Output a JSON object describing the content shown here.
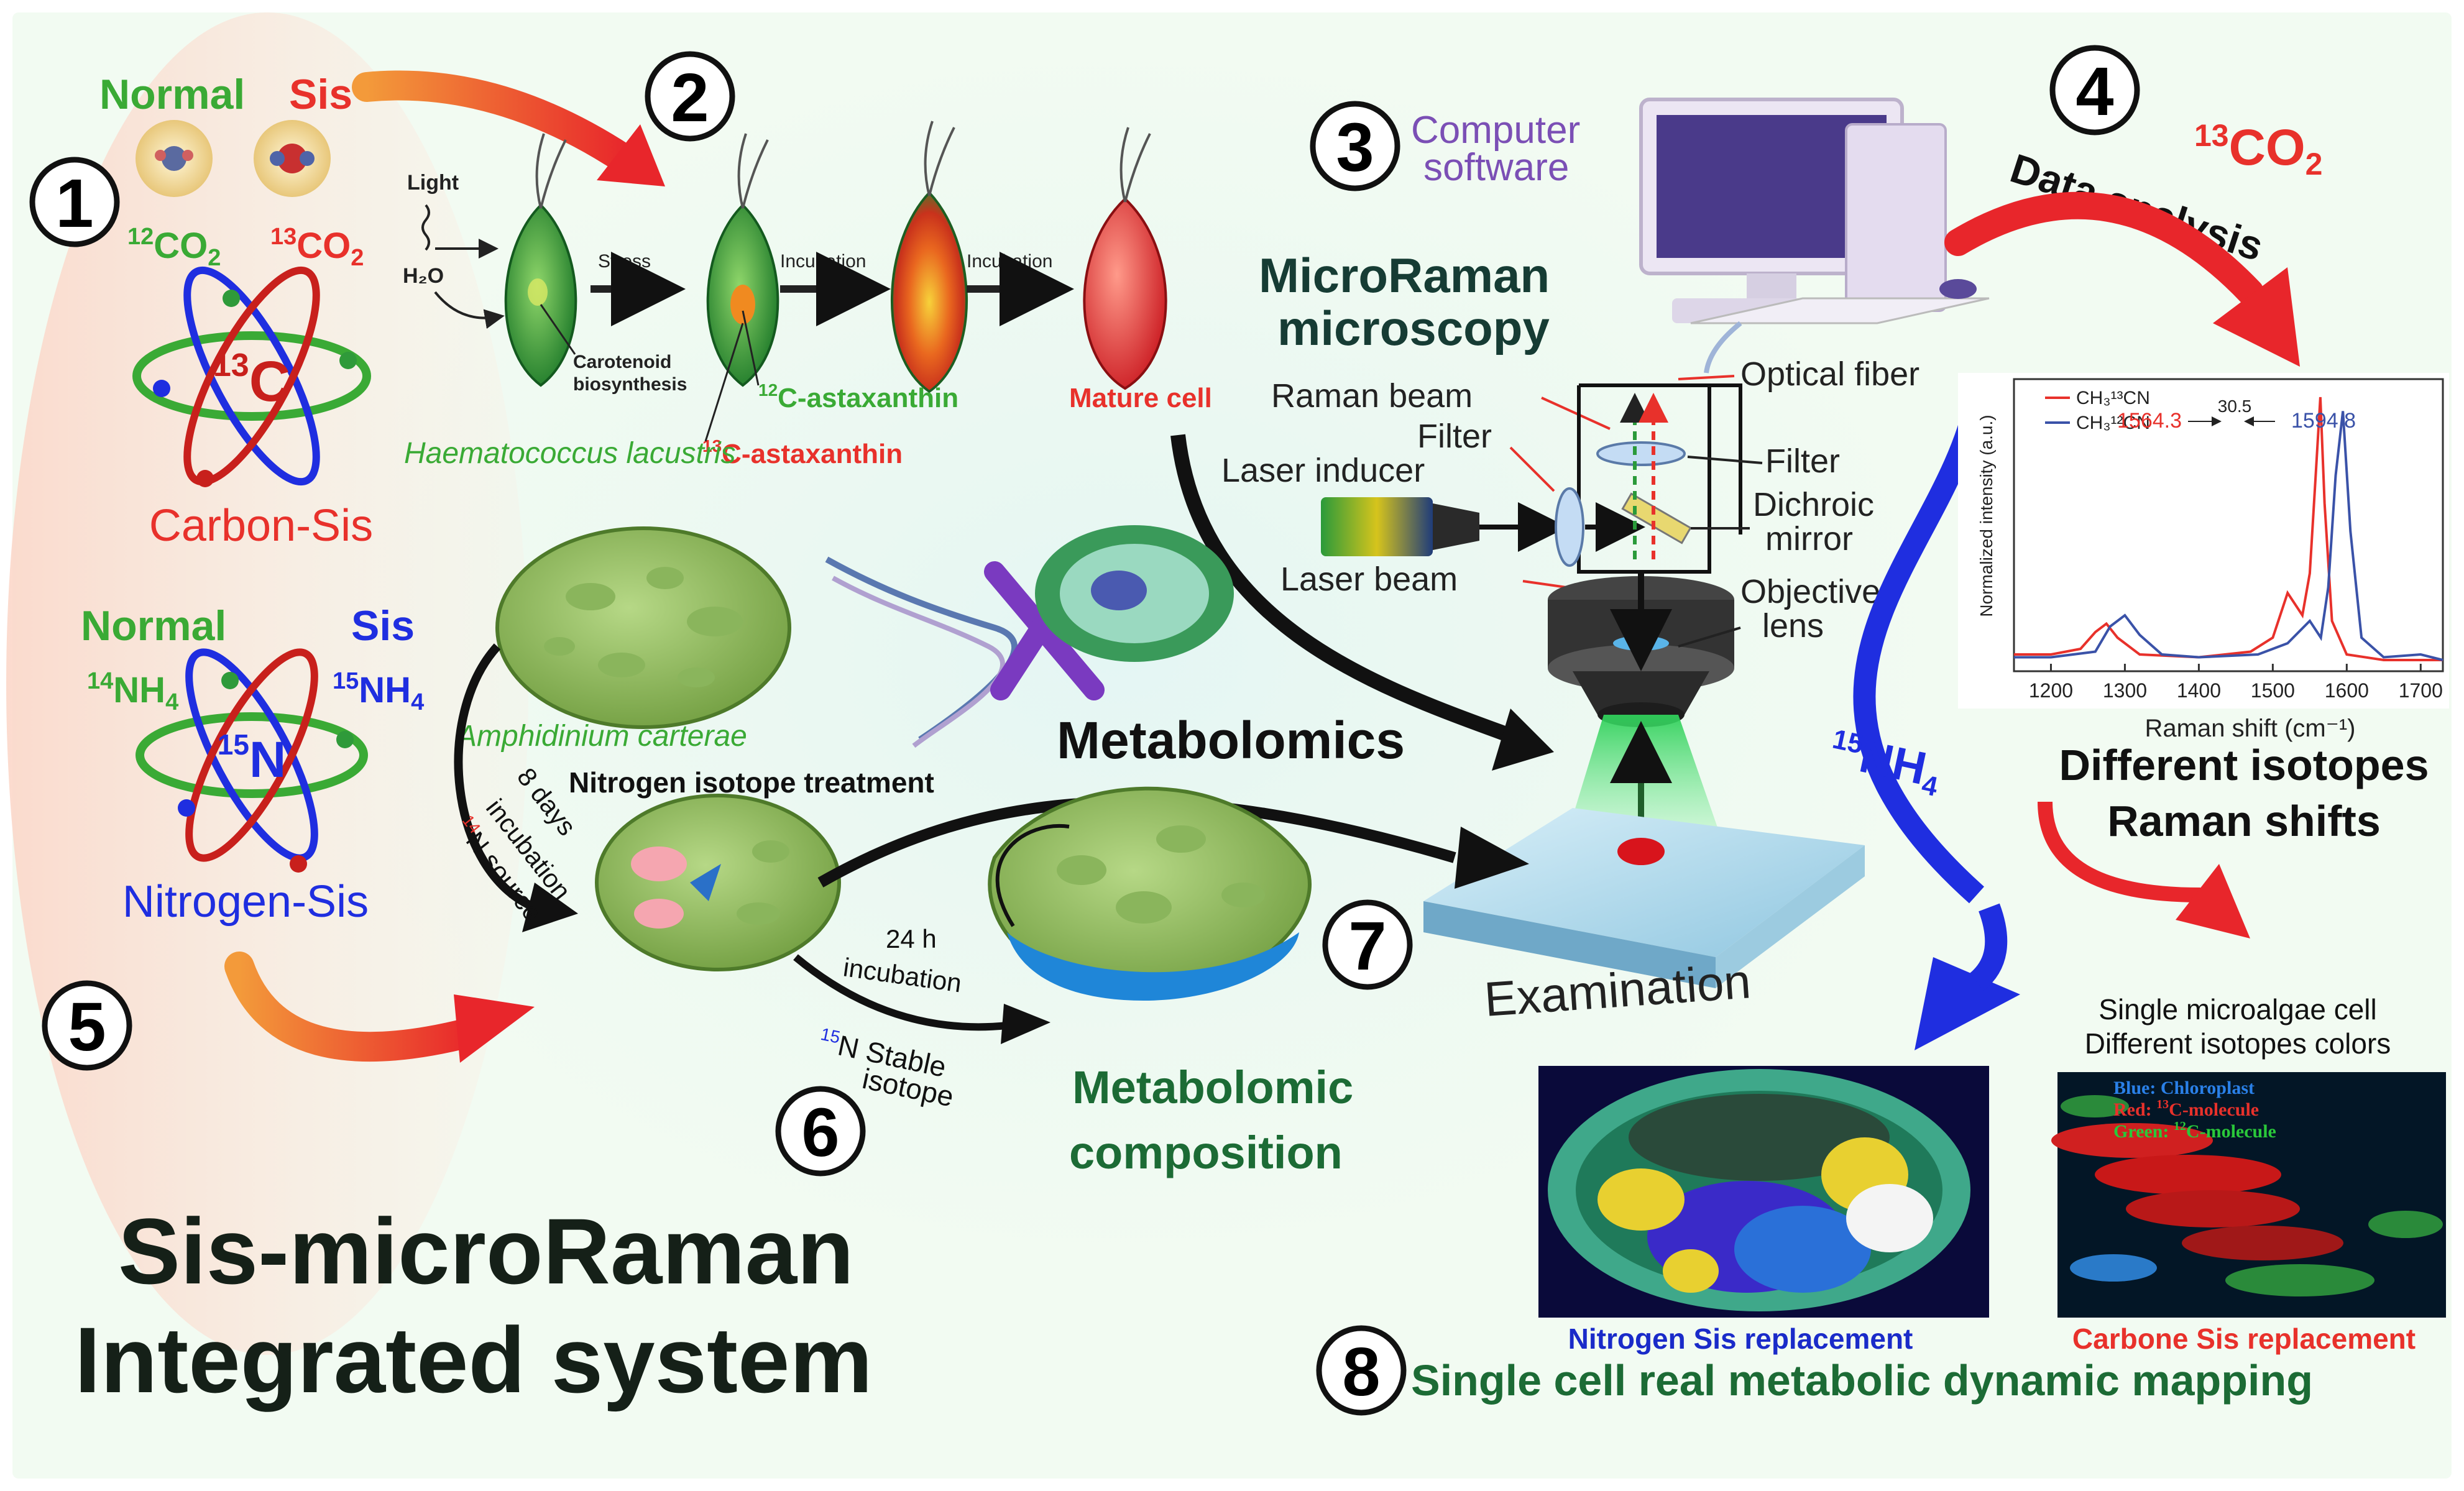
{
  "steps": {
    "s1": "1",
    "s2": "2",
    "s3": "3",
    "s4": "4",
    "s5": "5",
    "s6": "6",
    "s7": "7",
    "s8": "8"
  },
  "carbon": {
    "normal_label": "Normal",
    "sis_label": "Sis",
    "co2_12": "CO",
    "co2_12_mass": "12",
    "co2_13": "CO",
    "co2_13_mass": "13",
    "co2_sub": "2",
    "atom_mass": "13",
    "atom_symbol": "C",
    "caption": "Carbon-Sis"
  },
  "nitrogen": {
    "normal_label": "Normal",
    "sis_label": "Sis",
    "nh4_14_mass": "14",
    "nh4_15_mass": "15",
    "nh": "NH",
    "sub4": "4",
    "atom_mass": "15",
    "atom_symbol": "N",
    "caption": "Nitrogen-Sis"
  },
  "algae": {
    "light": "Light",
    "h2o": "H₂O",
    "stress": "Stress",
    "incubation1": "Incubation",
    "incubation2": "Incubation",
    "carotenoid1": "Carotenoid",
    "carotenoid2": "biosynthesis",
    "species": "Haematococcus lacustris",
    "astax12": "C-astaxanthin",
    "astax12_mass": "12",
    "astax13": "C-astaxanthin",
    "astax13_mass": "13",
    "mature": "Mature cell"
  },
  "microscope": {
    "software1": "Computer",
    "software2": "software",
    "title1": "MicroRaman",
    "title2": "microscopy",
    "optical_fiber": "Optical fiber",
    "raman_beam": "Raman beam",
    "filter_left": "Filter",
    "laser_inducer": "Laser inducer",
    "filter_right": "Filter",
    "dichroic1": "Dichroic",
    "dichroic2": "mirror",
    "laser_beam": "Laser beam",
    "objective1": "Objective",
    "objective2": "lens",
    "examination": "Examination"
  },
  "analysis": {
    "co2_mass": "13",
    "co2": "CO",
    "co2_sub": "2",
    "title": "Data analysis",
    "nh4_mass": "15",
    "nh4": "NH",
    "nh4_sub": "4",
    "shift1": "Different isotopes",
    "shift2": "Raman shifts"
  },
  "metabolomics": {
    "label": "Metabolomics",
    "species": "Amphidinium carterae",
    "treatment": "Nitrogen isotope treatment",
    "days1": "8 days",
    "days2": "incubation",
    "source_mass": "14",
    "source": "N source",
    "h24_1": "24 h",
    "h24_2": "incubation",
    "stable_mass": "15",
    "stable1": "N Stable",
    "stable2": "isotope",
    "composition1": "Metabolomic",
    "composition2": "composition"
  },
  "mapping": {
    "colors1": "Single microalgae cell",
    "colors2": "Different isotopes colors",
    "legend_blue": "Blue: Chloroplast",
    "legend_red_pre": "Red: ",
    "legend_red_mass": "13",
    "legend_red_post": "C-molecule",
    "legend_green_pre": "Green: ",
    "legend_green_mass": "12",
    "legend_green_post": "C-molecule",
    "nitrogen_caption": "Nitrogen Sis replacement",
    "carbon_caption": "Carbone Sis replacement",
    "final": "Single cell real metabolic dynamic mapping"
  },
  "system_title": {
    "line1": "Sis-microRaman",
    "line2": "Integrated system"
  },
  "colors": {
    "green": "#3aaa35",
    "red": "#e8312b",
    "blue": "#1f2ee0",
    "purple": "#7b4fb5",
    "darkgreen": "#1c6b35",
    "navy": "#1a2bc9"
  },
  "chart_data": {
    "type": "line",
    "xlabel": "Raman shift (cm⁻¹)",
    "ylabel": "Normalized intensity (a.u.)",
    "xlim": [
      1150,
      1730
    ],
    "x_ticks": [
      "1200",
      "1300",
      "1400",
      "1500",
      "1600",
      "1700"
    ],
    "series": [
      {
        "name": "CH₃¹³CN",
        "color": "#e8312b",
        "x": [
          1150,
          1200,
          1240,
          1260,
          1275,
          1290,
          1320,
          1400,
          1470,
          1500,
          1520,
          1540,
          1550,
          1558,
          1564.3,
          1570,
          1580,
          1600,
          1650,
          1700,
          1730
        ],
        "y": [
          0.06,
          0.06,
          0.08,
          0.14,
          0.17,
          0.12,
          0.06,
          0.05,
          0.07,
          0.12,
          0.28,
          0.2,
          0.35,
          0.7,
          0.98,
          0.6,
          0.18,
          0.06,
          0.04,
          0.04,
          0.04
        ]
      },
      {
        "name": "CH₃¹²CN",
        "color": "#3a52a8",
        "x": [
          1150,
          1200,
          1260,
          1280,
          1300,
          1320,
          1350,
          1400,
          1480,
          1520,
          1550,
          1565,
          1575,
          1585,
          1594.8,
          1605,
          1620,
          1650,
          1700,
          1730
        ],
        "y": [
          0.05,
          0.05,
          0.07,
          0.16,
          0.2,
          0.13,
          0.06,
          0.05,
          0.06,
          0.1,
          0.18,
          0.12,
          0.3,
          0.7,
          0.93,
          0.5,
          0.12,
          0.05,
          0.06,
          0.04
        ]
      }
    ],
    "annotations": [
      "1564.3",
      "30.5",
      "1594.8"
    ]
  }
}
